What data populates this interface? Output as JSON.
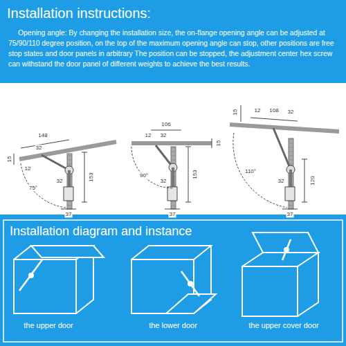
{
  "diagram": {
    "title": "Installation instructions:",
    "labels": [
      "Opening angle: By changing the installation size, the on-flange opening angle can be adjusted at 75/90/110 degree position, on the top of the maximum opening angle can stop, other positions are free stop states and door panels in arbitrary The position can be stopped, the adjustment center hex screw can withstand the door panel of different weights to achieve the best results.",
      "148",
      "15",
      "12",
      "32",
      "75°",
      "153",
      "32",
      "37",
      "106",
      "15",
      "12",
      "32",
      "90°",
      "153",
      "32",
      "37",
      "15",
      "12",
      "108",
      "32",
      "110°",
      "120",
      "32",
      "37",
      "Installation diagram and instance",
      "the upper door",
      "the lower door",
      "the upper cover door"
    ]
  }
}
